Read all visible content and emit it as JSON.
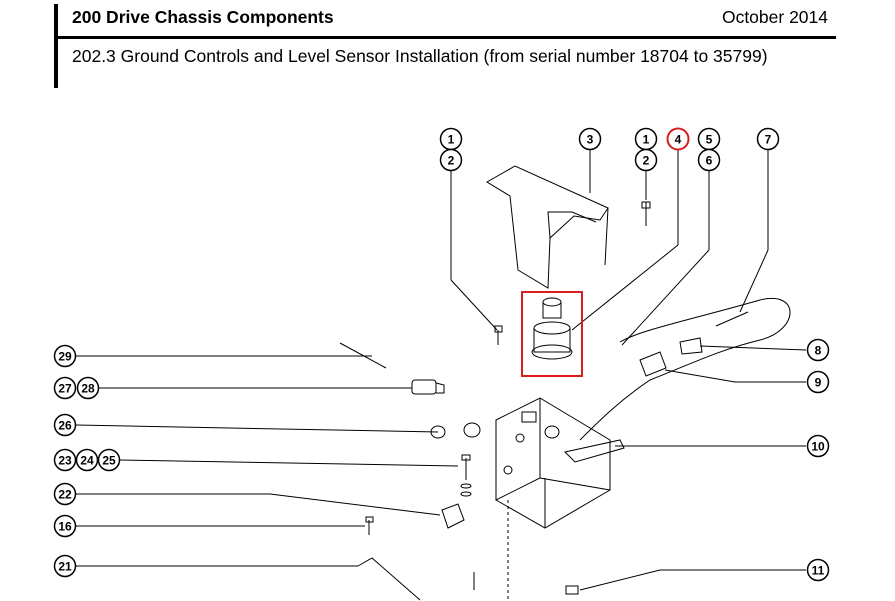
{
  "header": {
    "title": "200 Drive Chassis Components",
    "date": "October 2014",
    "subtitle": "202.3 Ground Controls and Level Sensor Installation (from serial number 18704 to 35799)"
  },
  "highlight_color": "#d81e1e",
  "callouts": [
    {
      "id": "c-1a",
      "label": "1"
    },
    {
      "id": "c-2a",
      "label": "2"
    },
    {
      "id": "c-3",
      "label": "3"
    },
    {
      "id": "c-1b",
      "label": "1"
    },
    {
      "id": "c-2b",
      "label": "2"
    },
    {
      "id": "c-4",
      "label": "4"
    },
    {
      "id": "c-5",
      "label": "5"
    },
    {
      "id": "c-6",
      "label": "6"
    },
    {
      "id": "c-7",
      "label": "7"
    },
    {
      "id": "c-29",
      "label": "29"
    },
    {
      "id": "c-27",
      "label": "27"
    },
    {
      "id": "c-28",
      "label": "28"
    },
    {
      "id": "c-26",
      "label": "26"
    },
    {
      "id": "c-23",
      "label": "23"
    },
    {
      "id": "c-24",
      "label": "24"
    },
    {
      "id": "c-25",
      "label": "25"
    },
    {
      "id": "c-22",
      "label": "22"
    },
    {
      "id": "c-16",
      "label": "16"
    },
    {
      "id": "c-21",
      "label": "21"
    },
    {
      "id": "c-8",
      "label": "8"
    },
    {
      "id": "c-9",
      "label": "9"
    },
    {
      "id": "c-10",
      "label": "10"
    },
    {
      "id": "c-11",
      "label": "11"
    }
  ]
}
